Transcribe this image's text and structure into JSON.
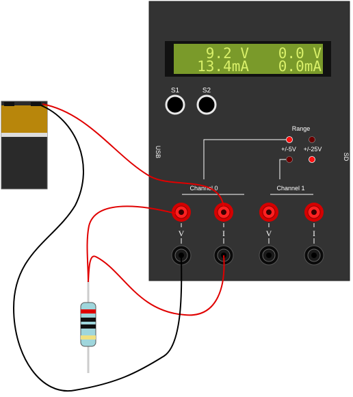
{
  "display": {
    "ch0_voltage": "9.2 V",
    "ch0_current": "13.4mA",
    "ch1_voltage": "0.0 V",
    "ch1_current": "0.0mA"
  },
  "buttons": {
    "s1": "S1",
    "s2": "S2"
  },
  "side_labels": {
    "usb": "USB",
    "sd": "SD"
  },
  "range": {
    "title": "Range",
    "option_5v": "+/-5V",
    "option_25v": "+/-25V"
  },
  "channels": {
    "ch0": "Channel 0",
    "ch1": "Channel 1"
  },
  "terminals": {
    "voltage": "V",
    "current": "I"
  },
  "colors": {
    "panel": "#333333",
    "lcd": "#7a9a2a",
    "lcd_text": "#d9f06a",
    "wire_red": "#e00000",
    "wire_black": "#000000",
    "battery_gold": "#b8860b"
  },
  "components": {
    "battery_icon": "9v-battery-icon",
    "resistor_icon": "resistor-icon"
  }
}
